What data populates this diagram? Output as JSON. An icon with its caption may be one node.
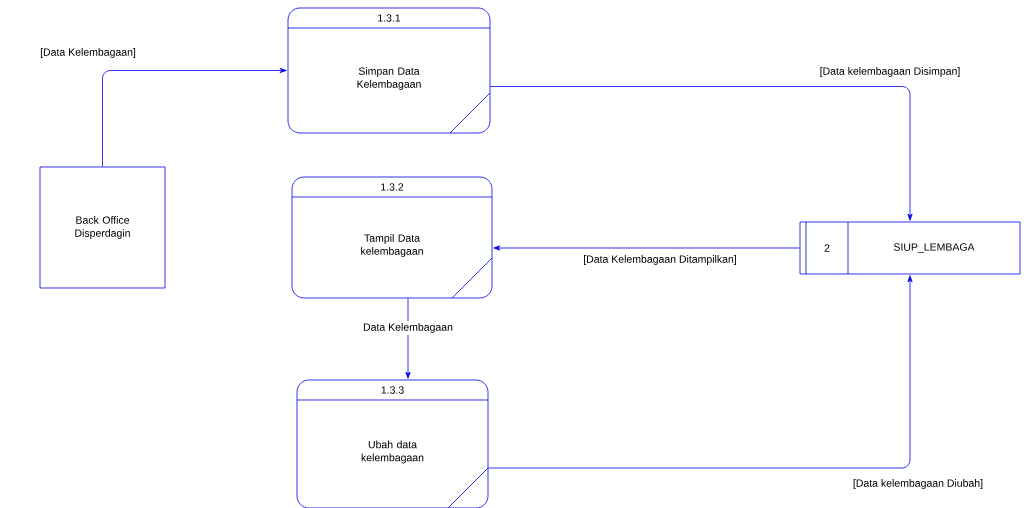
{
  "diagram": {
    "nodes": [
      {
        "text": [
          "Back Office Disperdagin"
        ]
      },
      {
        "text": [
          "1.3.1",
          "Simpan Data Kelembagaan"
        ]
      },
      {
        "text": [
          "1.3.2",
          "Tampil Data kelembagaan"
        ]
      },
      {
        "text": [
          "1.3.3",
          "Ubah data kelembagaan"
        ]
      },
      {
        "text": [
          "2",
          "SIUP_LEMBAGA"
        ]
      }
    ],
    "edges": [
      {
        "from": 0,
        "to": 1,
        "arrow": "to",
        "label": "[Data Kelembagaan]"
      },
      {
        "from": 1,
        "to": 4,
        "arrow": "to",
        "label": "[Data kelembagaan Disimpan]"
      },
      {
        "from": 4,
        "to": 2,
        "arrow": "to",
        "label": "[Data Kelembagaan Ditampilkan]"
      },
      {
        "from": 2,
        "to": 3,
        "arrow": "to",
        "label": "Data Kelembagaan"
      },
      {
        "from": 3,
        "to": 4,
        "arrow": "to",
        "label": "[Data kelembagaan Diubah]"
      }
    ]
  }
}
